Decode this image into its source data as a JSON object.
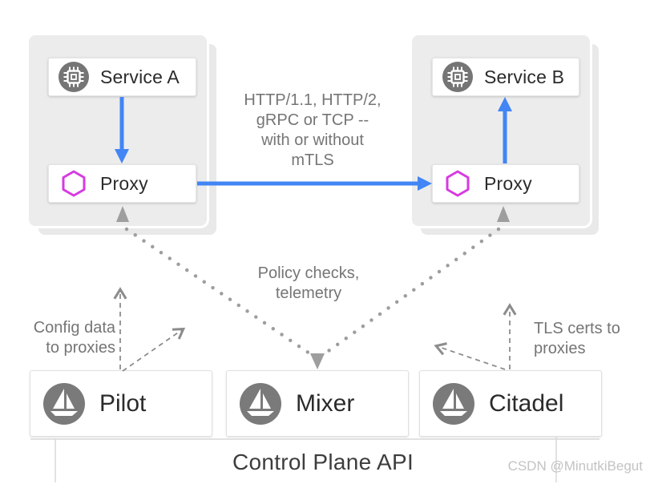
{
  "meshes": {
    "left": {
      "service_label": "Service A",
      "proxy_label": "Proxy"
    },
    "right": {
      "service_label": "Service B",
      "proxy_label": "Proxy"
    }
  },
  "annotations": {
    "traffic_lines": [
      "HTTP/1.1, HTTP/2,",
      "gRPC or TCP --",
      "with or without",
      "mTLS"
    ],
    "policy_lines": [
      "Policy checks,",
      "telemetry"
    ],
    "config_lines": [
      "Config data",
      "to proxies"
    ],
    "tls_lines": [
      "TLS certs to",
      "proxies"
    ]
  },
  "control_plane": {
    "title": "Control Plane API",
    "components": [
      {
        "label": "Pilot"
      },
      {
        "label": "Mixer"
      },
      {
        "label": "Citadel"
      }
    ]
  },
  "watermark": "CSDN @MinutkiBegut",
  "colors": {
    "arrow_blue": "#4285f4",
    "proxy_magenta": "#d63ae1",
    "icon_gray": "#757575",
    "dotted_gray": "#9e9e9e",
    "dashed_gray": "#8c8c8c",
    "text_gray": "#757575"
  }
}
